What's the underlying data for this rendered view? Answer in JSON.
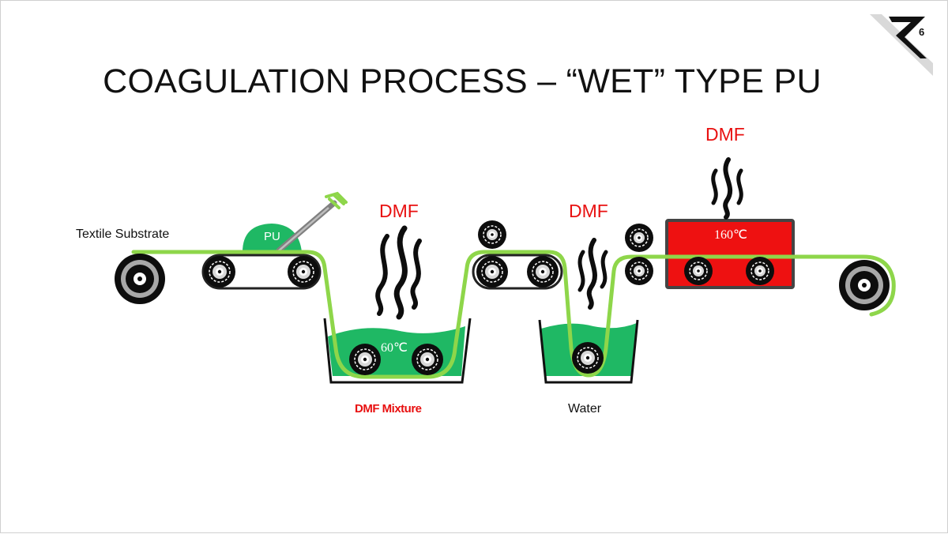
{
  "slide": {
    "title": "COAGULATION PROCESS – “WET” TYPE PU",
    "page_number": "6"
  },
  "diagram": {
    "substrate_label": "Textile Substrate",
    "coating_label": "PU",
    "fumes_label_1": "DMF",
    "fumes_label_2": "DMF",
    "fumes_label_3": "DMF",
    "bath1_temp": "60℃",
    "bath1_label": "DMF Mixture",
    "bath2_label": "Water",
    "oven_temp": "160℃"
  },
  "colors": {
    "web": "#8ed64a",
    "liquid": "#1fb864",
    "oven": "#ee1111",
    "dmf_text": "#e81010",
    "roller": "#0d0d0d"
  }
}
